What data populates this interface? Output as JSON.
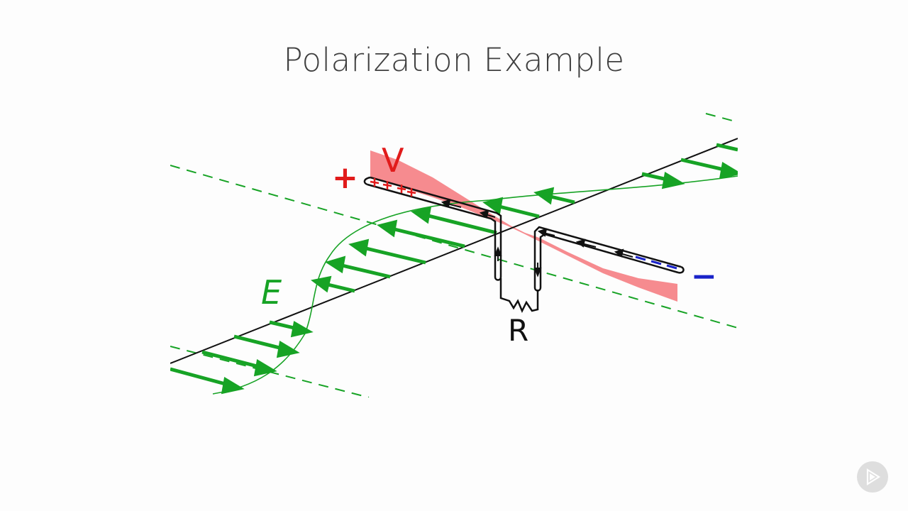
{
  "slide": {
    "title": "Polarization Example"
  },
  "diagram": {
    "labels": {
      "voltage": "V",
      "field": "E",
      "resistor": "R",
      "positive_terminal": "+",
      "negative_terminal": "−",
      "positive_charges": "+ + + +",
      "negative_charges": "− − −"
    },
    "colors": {
      "field": "#17a325",
      "voltage": "#f0777a",
      "positive": "#e11b1b",
      "negative": "#1a23c9",
      "wire": "#111111",
      "title": "#3f3f3f"
    }
  },
  "player": {
    "icon": "play-logo-icon"
  }
}
